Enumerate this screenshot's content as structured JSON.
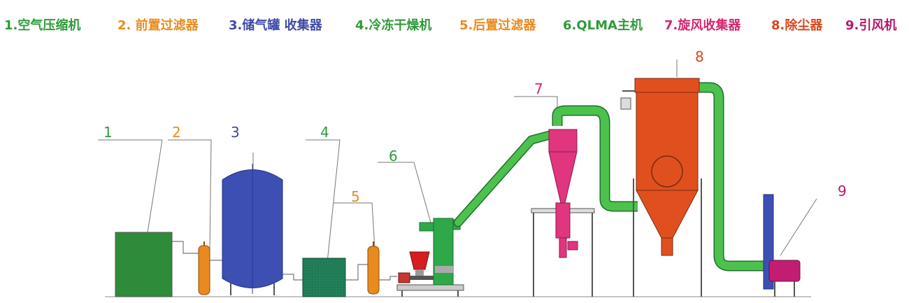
{
  "legend": [
    {
      "label": "1.空气压缩机",
      "color": "#2e9b3a"
    },
    {
      "label": "2. 前置过滤器",
      "color": "#e98a1e"
    },
    {
      "label": "3.储气罐 收集器",
      "color": "#3d4aa8"
    },
    {
      "label": "4.冷冻干燥机",
      "color": "#2e9b3a"
    },
    {
      "label": "5.后置过滤器",
      "color": "#e98a1e"
    },
    {
      "label": "6.QLMA主机",
      "color": "#2e9b3a"
    },
    {
      "label": "7.旋风收集器",
      "color": "#d6256f"
    },
    {
      "label": "8.除尘器",
      "color": "#d9461c"
    },
    {
      "label": "9.引风机",
      "color": "#b5196a"
    }
  ],
  "numbers": {
    "n1": "1",
    "n2": "2",
    "n3": "3",
    "n4": "4",
    "n5": "5",
    "n6": "6",
    "n7": "7",
    "n8": "8",
    "n9": "9"
  },
  "colors": {
    "compressor": "#2e8b3a",
    "filter": "#e98a1e",
    "tank": "#3d4fb3",
    "dryer": "#1f7a55",
    "mill": "#2fa84a",
    "pipe": "#4cc24c",
    "cyclone": "#e0357f",
    "collector": "#e0501e",
    "fan": "#c21d73",
    "hopper": "#d61e1e"
  }
}
